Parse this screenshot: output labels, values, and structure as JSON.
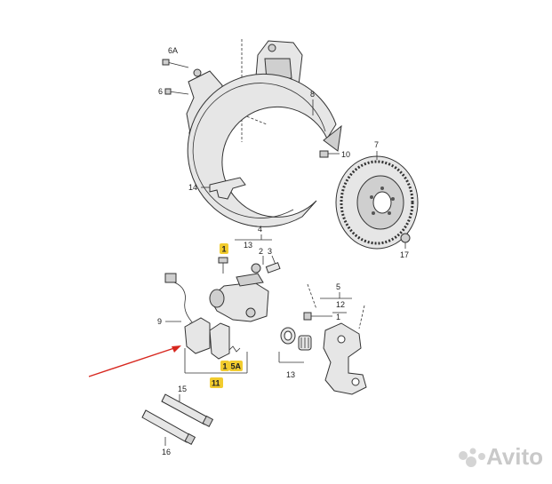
{
  "callouts": {
    "c6A": "6A",
    "c6": "6",
    "c8": "8",
    "c7": "7",
    "c10": "10",
    "c14": "14",
    "c4": "4",
    "c13a": "13",
    "c2": "2",
    "c3": "3",
    "c1a": "1",
    "c17": "17",
    "c9": "9",
    "c5": "5",
    "c12": "12",
    "c1b": "1",
    "c13b": "13",
    "c1c": "1",
    "c5A": "5A",
    "c11": "11",
    "c15": "15",
    "c16": "16"
  },
  "watermark": {
    "brand": "Avito"
  },
  "colors": {
    "highlight": "#f2cc2e",
    "arrow": "#d7261e",
    "line": "#333333",
    "part_fill": "#e6e6e6"
  }
}
